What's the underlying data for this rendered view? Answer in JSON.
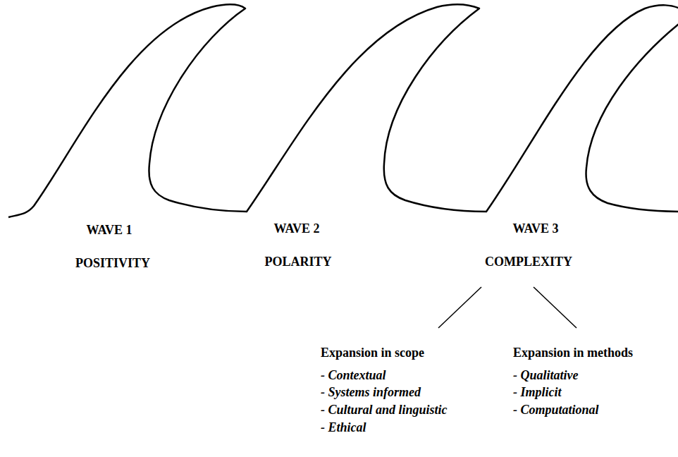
{
  "diagram": {
    "labels": [
      "WAVE 1",
      "POSITIVITY",
      "WAVE 2",
      "POLARITY",
      "WAVE 3",
      "COMPLEXITY",
      "Expansion in scope",
      "- Contextual",
      "- Systems informed",
      "- Cultural and linguistic",
      "- Ethical",
      "Expansion in methods",
      "- Qualitative",
      "- Implicit",
      "- Computational"
    ]
  }
}
